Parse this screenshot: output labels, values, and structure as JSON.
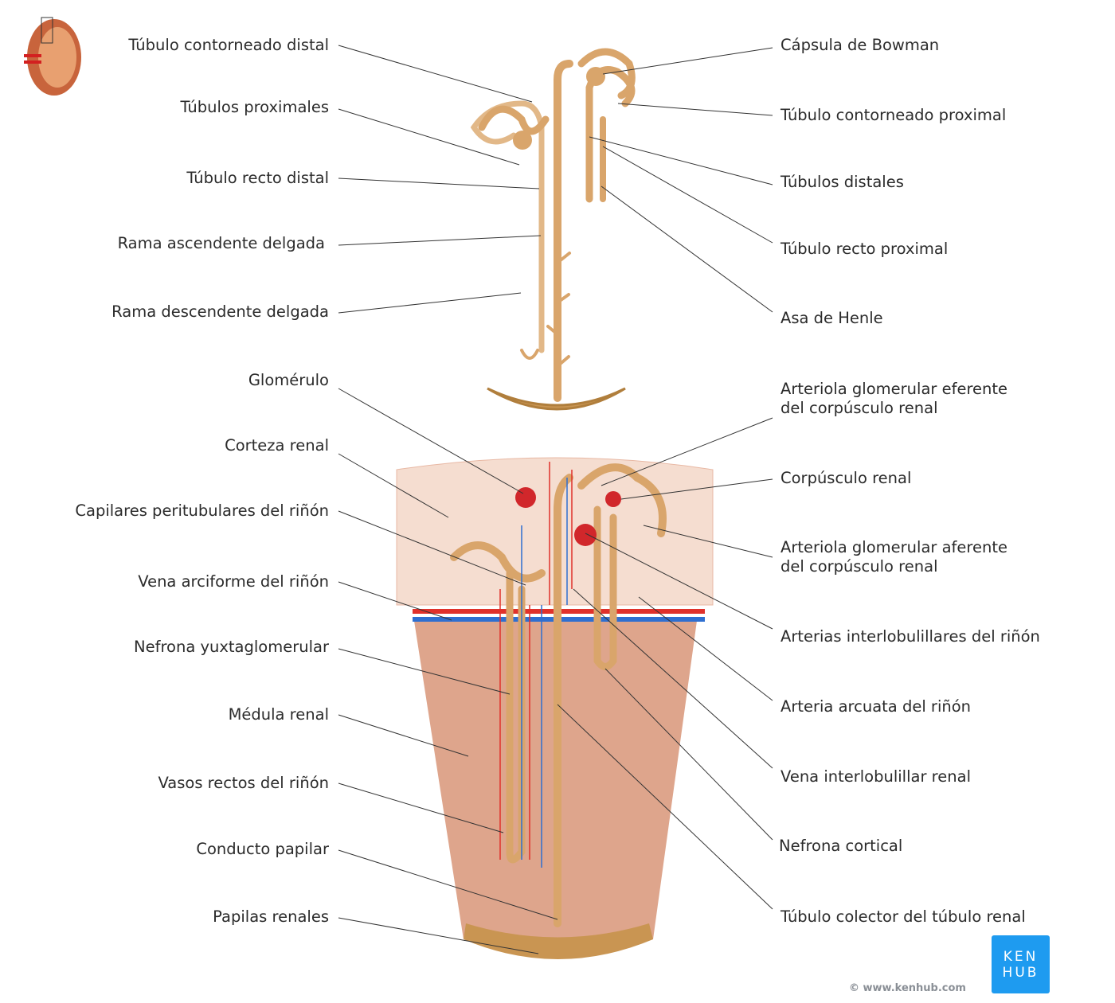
{
  "left_labels": [
    "Túbulo contorneado distal",
    "Túbulos proximales",
    "Túbulo recto distal",
    "Rama ascendente delgada",
    "Rama descendente delgada",
    "Glomérulo",
    "Corteza renal",
    "Capilares peritubulares del riñón",
    "Vena arciforme del riñón",
    "Nefrona yuxtaglomerular",
    "Médula renal",
    "Vasos rectos del riñón",
    "Conducto papilar",
    "Papilas renales"
  ],
  "right_labels": [
    "Cápsula de Bowman",
    "Túbulo contorneado proximal",
    "Túbulos distales",
    "Túbulo recto proximal",
    "Asa de Henle",
    "Arteriola glomerular eferente del corpúsculo renal",
    "Corpúsculo renal",
    "Arteriola glomerular aferente del corpúsculo renal",
    "Arterias interlobulillares del riñón",
    "Arteria arcuata del riñón",
    "Vena interlobulillar renal",
    "Nefrona cortical",
    "Túbulo colector del túbulo renal"
  ],
  "right_labels_lines": {
    "efferent": [
      "Arteriola glomerular eferente",
      "del corpúsculo renal"
    ],
    "afferent": [
      "Arteriola glomerular aferente",
      "del corpúsculo renal"
    ]
  },
  "logo": {
    "line1": "KEN",
    "line2": "HUB"
  },
  "copyright": "© www.kenhub.com",
  "colors": {
    "tubule": "#d9a56b",
    "cortex": "#f5ddd0",
    "medulla": "#dea58c",
    "artery": "#e0312b",
    "vein": "#2f6fd0",
    "logo": "#1e9bf0"
  }
}
